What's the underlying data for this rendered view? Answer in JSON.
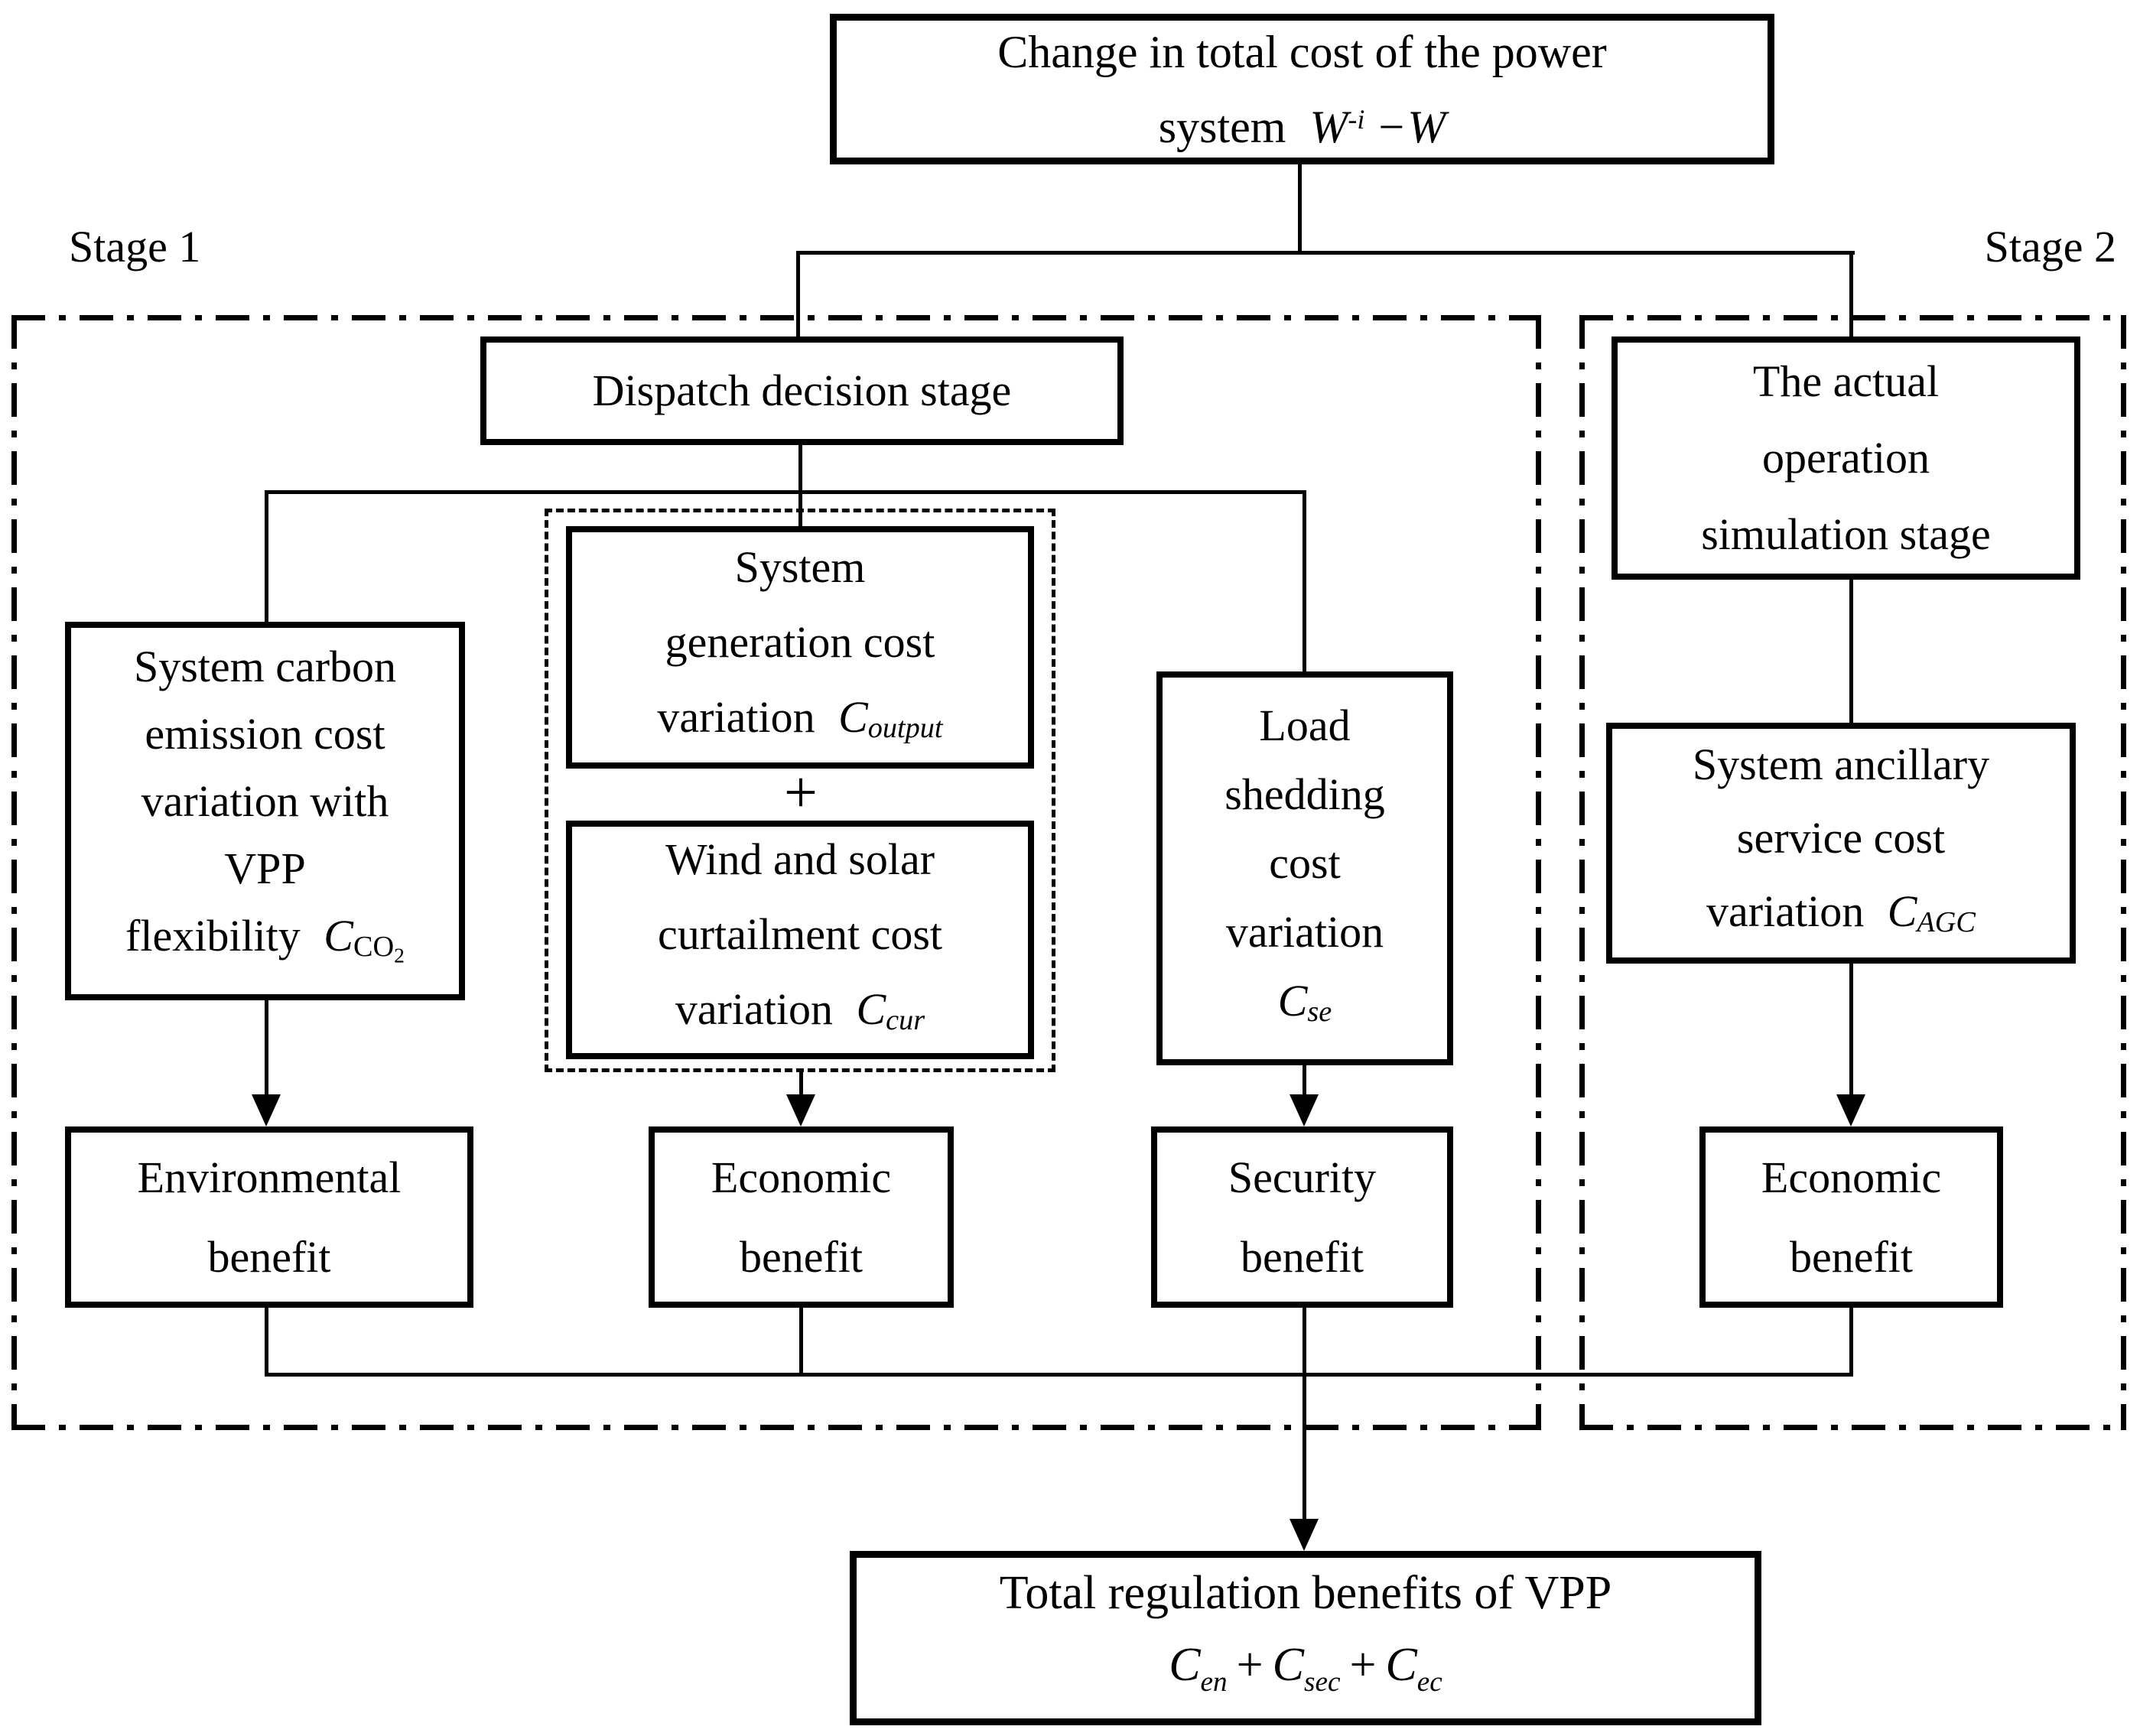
{
  "stages": {
    "stage1": "Stage 1",
    "stage2": "Stage 2"
  },
  "top_box": {
    "line1": "Change in total cost of the power",
    "line2_prefix": "system",
    "formula": {
      "w1": "W",
      "sup": "-i",
      "minus": "−",
      "w2": "W"
    }
  },
  "dispatch_box": {
    "label": "Dispatch decision stage"
  },
  "actual_box": {
    "line1": "The actual",
    "line2": "operation",
    "line3": "simulation stage"
  },
  "carbon_box": {
    "line1": "System carbon",
    "line2": "emission cost",
    "line3": "variation with",
    "line4": "VPP",
    "line5_prefix": "flexibility",
    "formula": {
      "base": "C",
      "sub": "CO",
      "subsub": "2"
    }
  },
  "gen_box": {
    "line1": "System",
    "line2": "generation cost",
    "line3_prefix": "variation",
    "formula": {
      "base": "C",
      "sub": "output"
    }
  },
  "plus_sign": "+",
  "cur_box": {
    "line1": "Wind and solar",
    "line2": "curtailment cost",
    "line3_prefix": "variation",
    "formula": {
      "base": "C",
      "sub": "cur"
    }
  },
  "load_box": {
    "line1": "Load",
    "line2": "shedding",
    "line3": "cost",
    "line4": "variation",
    "formula": {
      "base": "C",
      "sub": "se"
    }
  },
  "ancillary_box": {
    "line1": "System ancillary",
    "line2": "service cost",
    "line3_prefix": "variation",
    "formula": {
      "base": "C",
      "sub": "AGC"
    }
  },
  "benefits": {
    "environmental": {
      "line1": "Environmental",
      "line2": "benefit"
    },
    "economic1": {
      "line1": "Economic",
      "line2": "benefit"
    },
    "security": {
      "line1": "Security",
      "line2": "benefit"
    },
    "economic2": {
      "line1": "Economic",
      "line2": "benefit"
    }
  },
  "total_box": {
    "line1": "Total regulation benefits of VPP",
    "formula": {
      "c1": "C",
      "s1": "en",
      "p1": "+",
      "c2": "C",
      "s2": "sec",
      "p2": "+",
      "c3": "C",
      "s3": "ec"
    }
  },
  "colors": {
    "line": "#000000",
    "background": "#ffffff"
  }
}
